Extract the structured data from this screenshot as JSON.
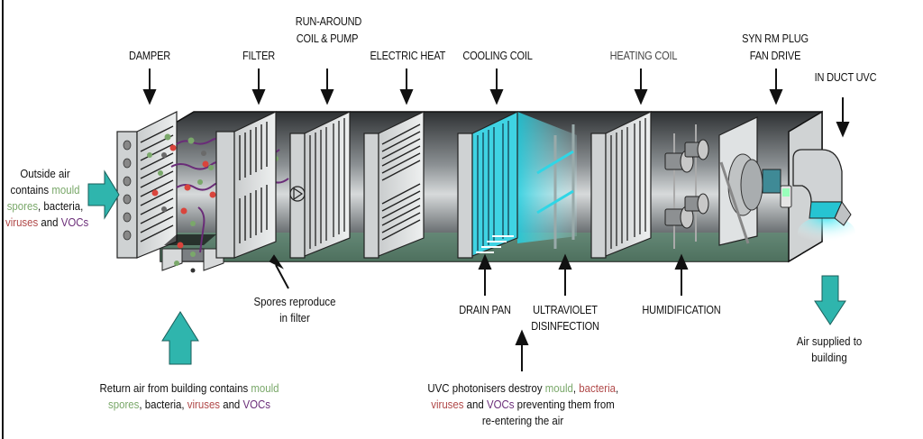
{
  "title": "Air handling unit with UVC disinfection",
  "colors": {
    "teal_arrow": "#2fb5ad",
    "uv_glow": "#39e0ef",
    "floor_green": "#5f9a78",
    "mould": "#7aa86a",
    "bacteria": "#6a6a6a",
    "viruses": "#b04848",
    "vocs": "#6a2c78"
  },
  "top_labels": {
    "damper": "DAMPER",
    "filter": "FILTER",
    "run_around_1": "RUN-AROUND",
    "run_around_2": "COIL & PUMP",
    "electric_heat": "ELECTRIC HEAT",
    "cooling_coil": "COOLING COIL",
    "heating_coil": "HEATING COIL",
    "fan_1": "SYN RM PLUG",
    "fan_2": "FAN DRIVE",
    "in_duct_uvc": "IN DUCT UVC"
  },
  "bottom_labels": {
    "spores_1": "Spores reproduce",
    "spores_2": "in filter",
    "drain_pan": "DRAIN PAN",
    "uv_1": "ULTRAVIOLET",
    "uv_2": "DISINFECTION",
    "humidification": "HUMIDIFICATION",
    "air_supplied_1": "Air supplied to",
    "air_supplied_2": "building"
  },
  "outside_air": {
    "line1": "Outside air",
    "line2_a": "contains ",
    "line2_b": "mould",
    "line3_a": "spores",
    "line3_b": ", bacteria,",
    "line4_a": "viruses",
    "line4_b": " and ",
    "line4_c": "VOCs"
  },
  "return_air": {
    "line1_a": "Return air from building contains ",
    "line1_b": "mould",
    "line2_a": "spores",
    "line2_b": ", ",
    "line2_c": "bacteria",
    "line2_d": ", ",
    "line2_e": "viruses",
    "line2_f": " and ",
    "line2_g": "VOCs"
  },
  "uvc_note": {
    "line1_a": "UVC photonisers destroy ",
    "line1_b": "mould",
    "line1_c": ", ",
    "line1_d": "bacteria",
    "line1_e": ",",
    "line2_a": "viruses",
    "line2_b": " and ",
    "line2_c": "VOCs",
    "line2_d": " preventing them from",
    "line3": "re-entering the air"
  }
}
